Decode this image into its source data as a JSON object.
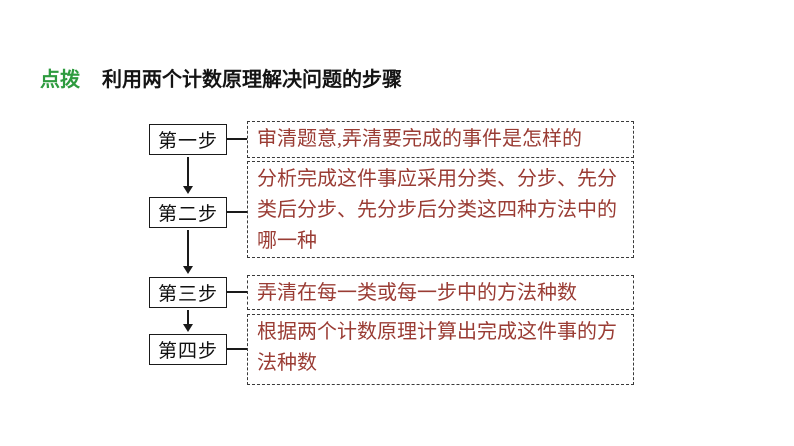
{
  "header": {
    "tag": "点拨",
    "title": "利用两个计数原理解决问题的步骤"
  },
  "flowchart": {
    "steps": [
      {
        "label": "第一步",
        "description": "审清题意,弄清要完成的事件是怎样的"
      },
      {
        "label": "第二步",
        "description": "分析完成这件事应采用分类、分步、先分类后分步、先分步后分类这四种方法中的哪一种"
      },
      {
        "label": "第三步",
        "description": "弄清在每一类或每一步中的方法种数"
      },
      {
        "label": "第四步",
        "description": "根据两个计数原理计算出完成这件事的方法种数"
      }
    ]
  },
  "colors": {
    "tag_green": "#2e9b3f",
    "description_red": "#9a3c34",
    "line_black": "#1a1a1a",
    "background": "#ffffff"
  }
}
